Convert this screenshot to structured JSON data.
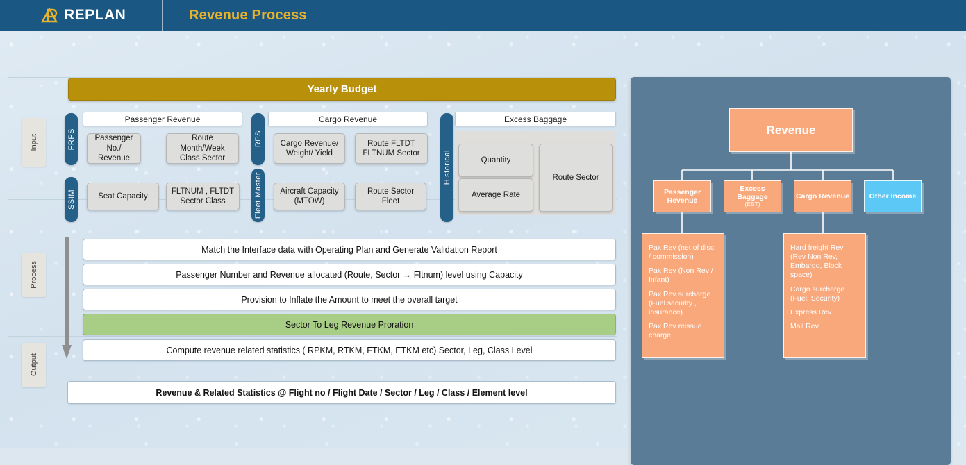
{
  "header": {
    "logo_text": "REPLAN",
    "logo_icon": "replan-arrow-logo",
    "title": "Revenue Process"
  },
  "colors": {
    "header_blue": "#1a5883",
    "title_gold": "#e8b32c",
    "banner_gold": "#b8900a",
    "tab_blue": "#256089",
    "panel_slate": "#5b7c96",
    "node_orange": "#f9a87c",
    "node_blue": "#5bc8f5",
    "highlight_green": "#a8cd85",
    "box_gray": "#dededd",
    "canvas_blue": "#dce7f0"
  },
  "stages": {
    "input": "Input",
    "process": "Process",
    "output": "Output"
  },
  "banner": {
    "label": "Yearly Budget"
  },
  "sources": {
    "frps": "FRPS",
    "ssim": "SSIM",
    "rps": "RPS",
    "fleet_master": "Fleet Master",
    "historical": "Historical"
  },
  "groups": {
    "passenger_revenue": "Passenger Revenue",
    "cargo_revenue": "Cargo Revenue",
    "excess_baggage": "Excess Baggage"
  },
  "input_boxes": {
    "passenger_no_revenue": "Passenger No./ Revenue",
    "route_month_week_class_sector": "Route Month/Week Class Sector",
    "seat_capacity": "Seat Capacity",
    "fltnum_fltdt_sector_class": "FLTNUM , FLTDT Sector Class",
    "cargo_revenue_weight_yield": "Cargo Revenue/ Weight/ Yield",
    "route_fltdt_fltnum_sector": "Route FLTDT FLTNUM Sector",
    "aircraft_capacity_mtow": "Aircraft Capacity (MTOW)",
    "route_sector_fleet": "Route Sector Fleet",
    "quantity": "Quantity",
    "average_rate": "Average Rate",
    "route_sector": "Route Sector"
  },
  "process_rows": [
    {
      "label": "Match the Interface data with Operating Plan and Generate Validation Report",
      "highlighted": false
    },
    {
      "label": "Passenger Number and Revenue allocated (Route, Sector → Fltnum) level using Capacity",
      "highlighted": false
    },
    {
      "label": "Provision to Inflate the Amount to meet the overall target",
      "highlighted": false
    },
    {
      "label": "Sector To Leg Revenue Proration",
      "highlighted": true
    },
    {
      "label": "Compute revenue related statistics ( RPKM, RTKM, FTKM, ETKM etc) Sector, Leg, Class Level",
      "highlighted": false
    }
  ],
  "output_row": {
    "label": "Revenue & Related Statistics @ Flight no / Flight Date / Sector / Leg / Class / Element level"
  },
  "revenue_tree": {
    "root": "Revenue",
    "children": [
      {
        "label": "Passenger Revenue",
        "sub": "",
        "color": "#f9a87c"
      },
      {
        "label": "Excess Baggage",
        "sub": "(EBT)",
        "color": "#f9a87c"
      },
      {
        "label": "Cargo Revenue",
        "sub": "",
        "color": "#f9a87c"
      },
      {
        "label": "Other Income",
        "sub": "",
        "color": "#5bc8f5"
      }
    ],
    "passenger_details": [
      "Pax Rev (net of disc. / commission)",
      "Pax Rev (Non Rev / Infant)",
      "Pax Rev surcharge (Fuel security , insurance)",
      "Pax Rev reissue charge"
    ],
    "cargo_details": [
      "Hard freight Rev (Rev Non Rev, Embargo, Block space)",
      "Cargo surcharge (Fuel, Security)",
      "Express Rev",
      "Mail Rev"
    ]
  }
}
